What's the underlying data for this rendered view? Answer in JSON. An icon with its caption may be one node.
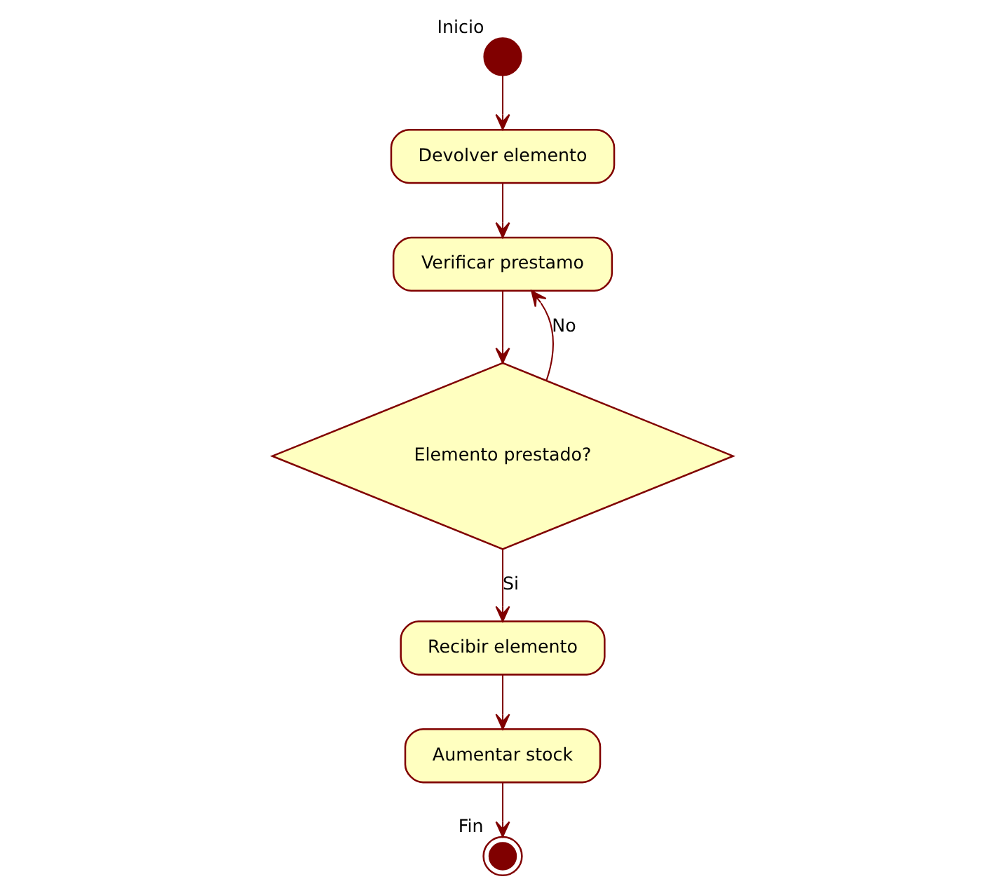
{
  "diagram": {
    "nodes": [
      {
        "text": [],
        "shape": "circle",
        "beside": [
          "Inicio"
        ]
      },
      {
        "text": [
          "Devolver elemento"
        ]
      },
      {
        "text": [
          "Verificar prestamo"
        ]
      },
      {
        "text": [
          "Elemento prestado?"
        ]
      },
      {
        "text": [
          "Recibir elemento"
        ]
      },
      {
        "text": [
          "Aumentar stock"
        ]
      },
      {
        "text": [],
        "shape": "circle",
        "beside": [
          "Fin"
        ]
      }
    ],
    "edges": [
      {
        "from": 0,
        "to": 1,
        "arrow": "to"
      },
      {
        "from": 1,
        "to": 2,
        "arrow": "to"
      },
      {
        "from": 2,
        "to": 3,
        "arrow": "to"
      },
      {
        "from": 3,
        "to": 2,
        "arrow": "to",
        "label": "No"
      },
      {
        "from": 3,
        "to": 4,
        "arrow": "to",
        "label": "Si"
      },
      {
        "from": 4,
        "to": 5,
        "arrow": "to"
      },
      {
        "from": 5,
        "to": 6,
        "arrow": "to"
      }
    ]
  }
}
